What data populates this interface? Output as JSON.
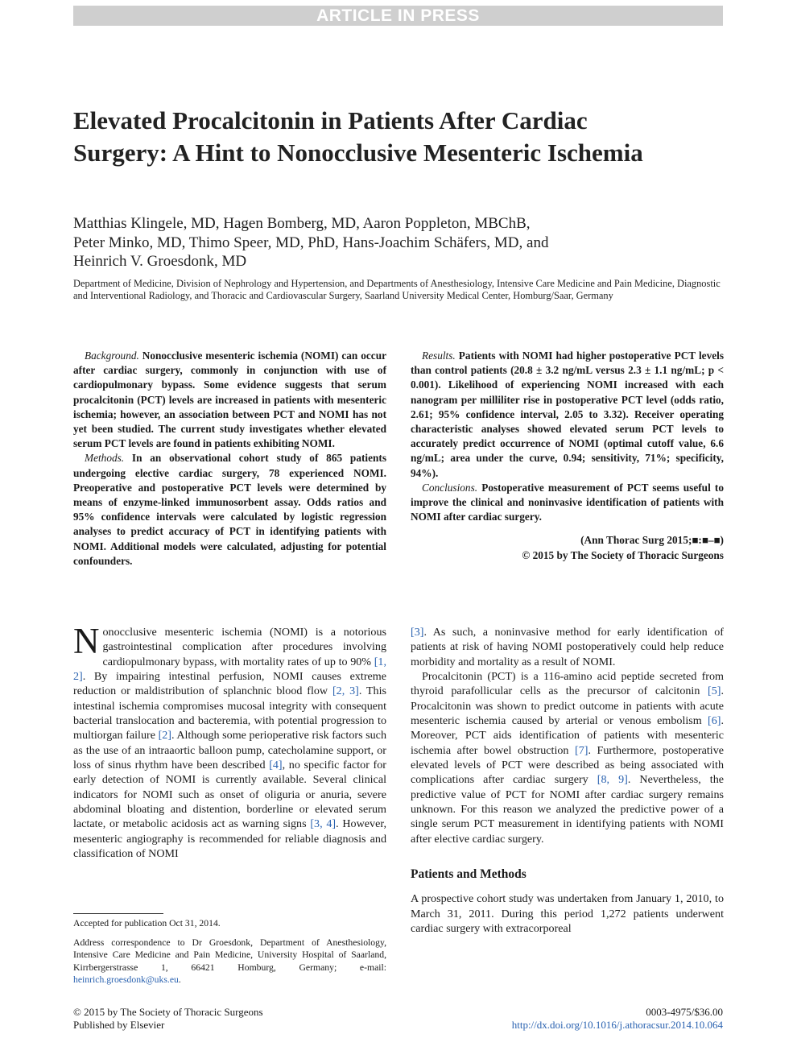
{
  "banner": "ARTICLE IN PRESS",
  "title": "Elevated Procalcitonin in Patients After Cardiac Surgery: A Hint to Nonocclusive Mesenteric Ischemia",
  "authors": [
    "Matthias Klingele, MD, Hagen Bomberg, MD, Aaron Poppleton, MBChB,",
    "Peter Minko, MD, Thimo Speer, MD, PhD, Hans-Joachim Schäfers, MD, and",
    "Heinrich V. Groesdonk, MD"
  ],
  "affiliation": "Department of Medicine, Division of Nephrology and Hypertension, and Departments of Anesthesiology, Intensive Care Medicine and Pain Medicine, Diagnostic and Interventional Radiology, and Thoracic and Cardiovascular Surgery, Saarland University Medical Center, Homburg/Saar, Germany",
  "abstract": {
    "background_label": "Background.",
    "background": "Nonocclusive mesenteric ischemia (NOMI) can occur after cardiac surgery, commonly in conjunction with use of cardiopulmonary bypass. Some evidence suggests that serum procalcitonin (PCT) levels are increased in patients with mesenteric ischemia; however, an association between PCT and NOMI has not yet been studied. The current study investigates whether elevated serum PCT levels are found in patients exhibiting NOMI.",
    "methods_label": "Methods.",
    "methods": "In an observational cohort study of 865 patients undergoing elective cardiac surgery, 78 experienced NOMI. Preoperative and postoperative PCT levels were determined by means of enzyme-linked immunosorbent assay. Odds ratios and 95% confidence intervals were calculated by logistic regression analyses to predict accuracy of PCT in identifying patients with NOMI. Additional models were calculated, adjusting for potential confounders.",
    "results_label": "Results.",
    "results": "Patients with NOMI had higher postoperative PCT levels than control patients (20.8 ± 3.2 ng/mL versus 2.3 ± 1.1 ng/mL; p < 0.001). Likelihood of experiencing NOMI increased with each nanogram per milliliter rise in postoperative PCT level (odds ratio, 2.61; 95% confidence interval, 2.05 to 3.32). Receiver operating characteristic analyses showed elevated serum PCT levels to accurately predict occurrence of NOMI (optimal cutoff value, 6.6 ng/mL; area under the curve, 0.94; sensitivity, 71%; specificity, 94%).",
    "conclusions_label": "Conclusions.",
    "conclusions": "Postoperative measurement of PCT seems useful to improve the clinical and noninvasive identification of patients with NOMI after cardiac surgery.",
    "citation": "(Ann Thorac Surg 2015;■:■–■)",
    "copyright": "© 2015 by The Society of Thoracic Surgeons"
  },
  "body": {
    "dropcap": "N",
    "p1_a": "onocclusive mesenteric ischemia (NOMI) is a notorious gastrointestinal complication after procedures involving cardiopulmonary bypass, with mortality rates of up to 90% ",
    "ref_1_2": "[1, 2]",
    "p1_b": ". By impairing intestinal perfusion, NOMI causes extreme reduction or maldistribution of splanchnic blood flow ",
    "ref_2_3": "[2, 3]",
    "p1_c": ". This intestinal ischemia compromises mucosal integrity with consequent bacterial translocation and bacteremia, with potential progression to multiorgan failure ",
    "ref_2": "[2]",
    "p1_d": ". Although some perioperative risk factors such as the use of an intraaortic balloon pump, catecholamine support, or loss of sinus rhythm have been described ",
    "ref_4": "[4]",
    "p1_e": ", no specific factor for early detection of NOMI is currently available. Several clinical indicators for NOMI such as onset of oliguria or anuria, severe abdominal bloating and distention, borderline or elevated serum lactate, or metabolic acidosis act as warning signs ",
    "ref_3_4": "[3, 4]",
    "p1_f": ". However, mesenteric angiography is recommended for reliable diagnosis and classification of NOMI ",
    "ref_3": "[3]",
    "p1_g": ". As such, a noninvasive method for early identification of patients at risk of having NOMI postoperatively could help reduce morbidity and mortality as a result of NOMI.",
    "p2_a": "Procalcitonin (PCT) is a 116-amino acid peptide secreted from thyroid parafollicular cells as the precursor of calcitonin ",
    "ref_5": "[5]",
    "p2_b": ". Procalcitonin was shown to predict outcome in patients with acute mesenteric ischemia caused by arterial or venous embolism ",
    "ref_6": "[6]",
    "p2_c": ". Moreover, PCT aids identification of patients with mesenteric ischemia after bowel obstruction ",
    "ref_7": "[7]",
    "p2_d": ". Furthermore, postoperative elevated levels of PCT were described as being associated with complications after cardiac surgery ",
    "ref_8_9": "[8, 9]",
    "p2_e": ". Nevertheless, the predictive value of PCT for NOMI after cardiac surgery remains unknown. For this reason we analyzed the predictive power of a single serum PCT measurement in identifying patients with NOMI after elective cardiac surgery.",
    "section_heading": "Patients and Methods",
    "p3": "A prospective cohort study was undertaken from January 1, 2010, to March 31, 2011. During this period 1,272 patients underwent cardiac surgery with extracorporeal"
  },
  "footnotes": {
    "accepted": "Accepted for publication Oct 31, 2014.",
    "address": "Address correspondence to Dr Groesdonk, Department of Anesthesiology, Intensive Care Medicine and Pain Medicine, University Hospital of Saarland, Kirrbergerstrasse 1, 66421 Homburg, Germany; e-mail: ",
    "email": "heinrich.groesdonk@uks.eu",
    "email_end": "."
  },
  "footer": {
    "copyright": "© 2015 by The Society of Thoracic Surgeons",
    "publisher": "Published by Elsevier",
    "issn": "0003-4975/$36.00",
    "doi": "http://dx.doi.org/10.1016/j.athoracsur.2014.10.064"
  }
}
